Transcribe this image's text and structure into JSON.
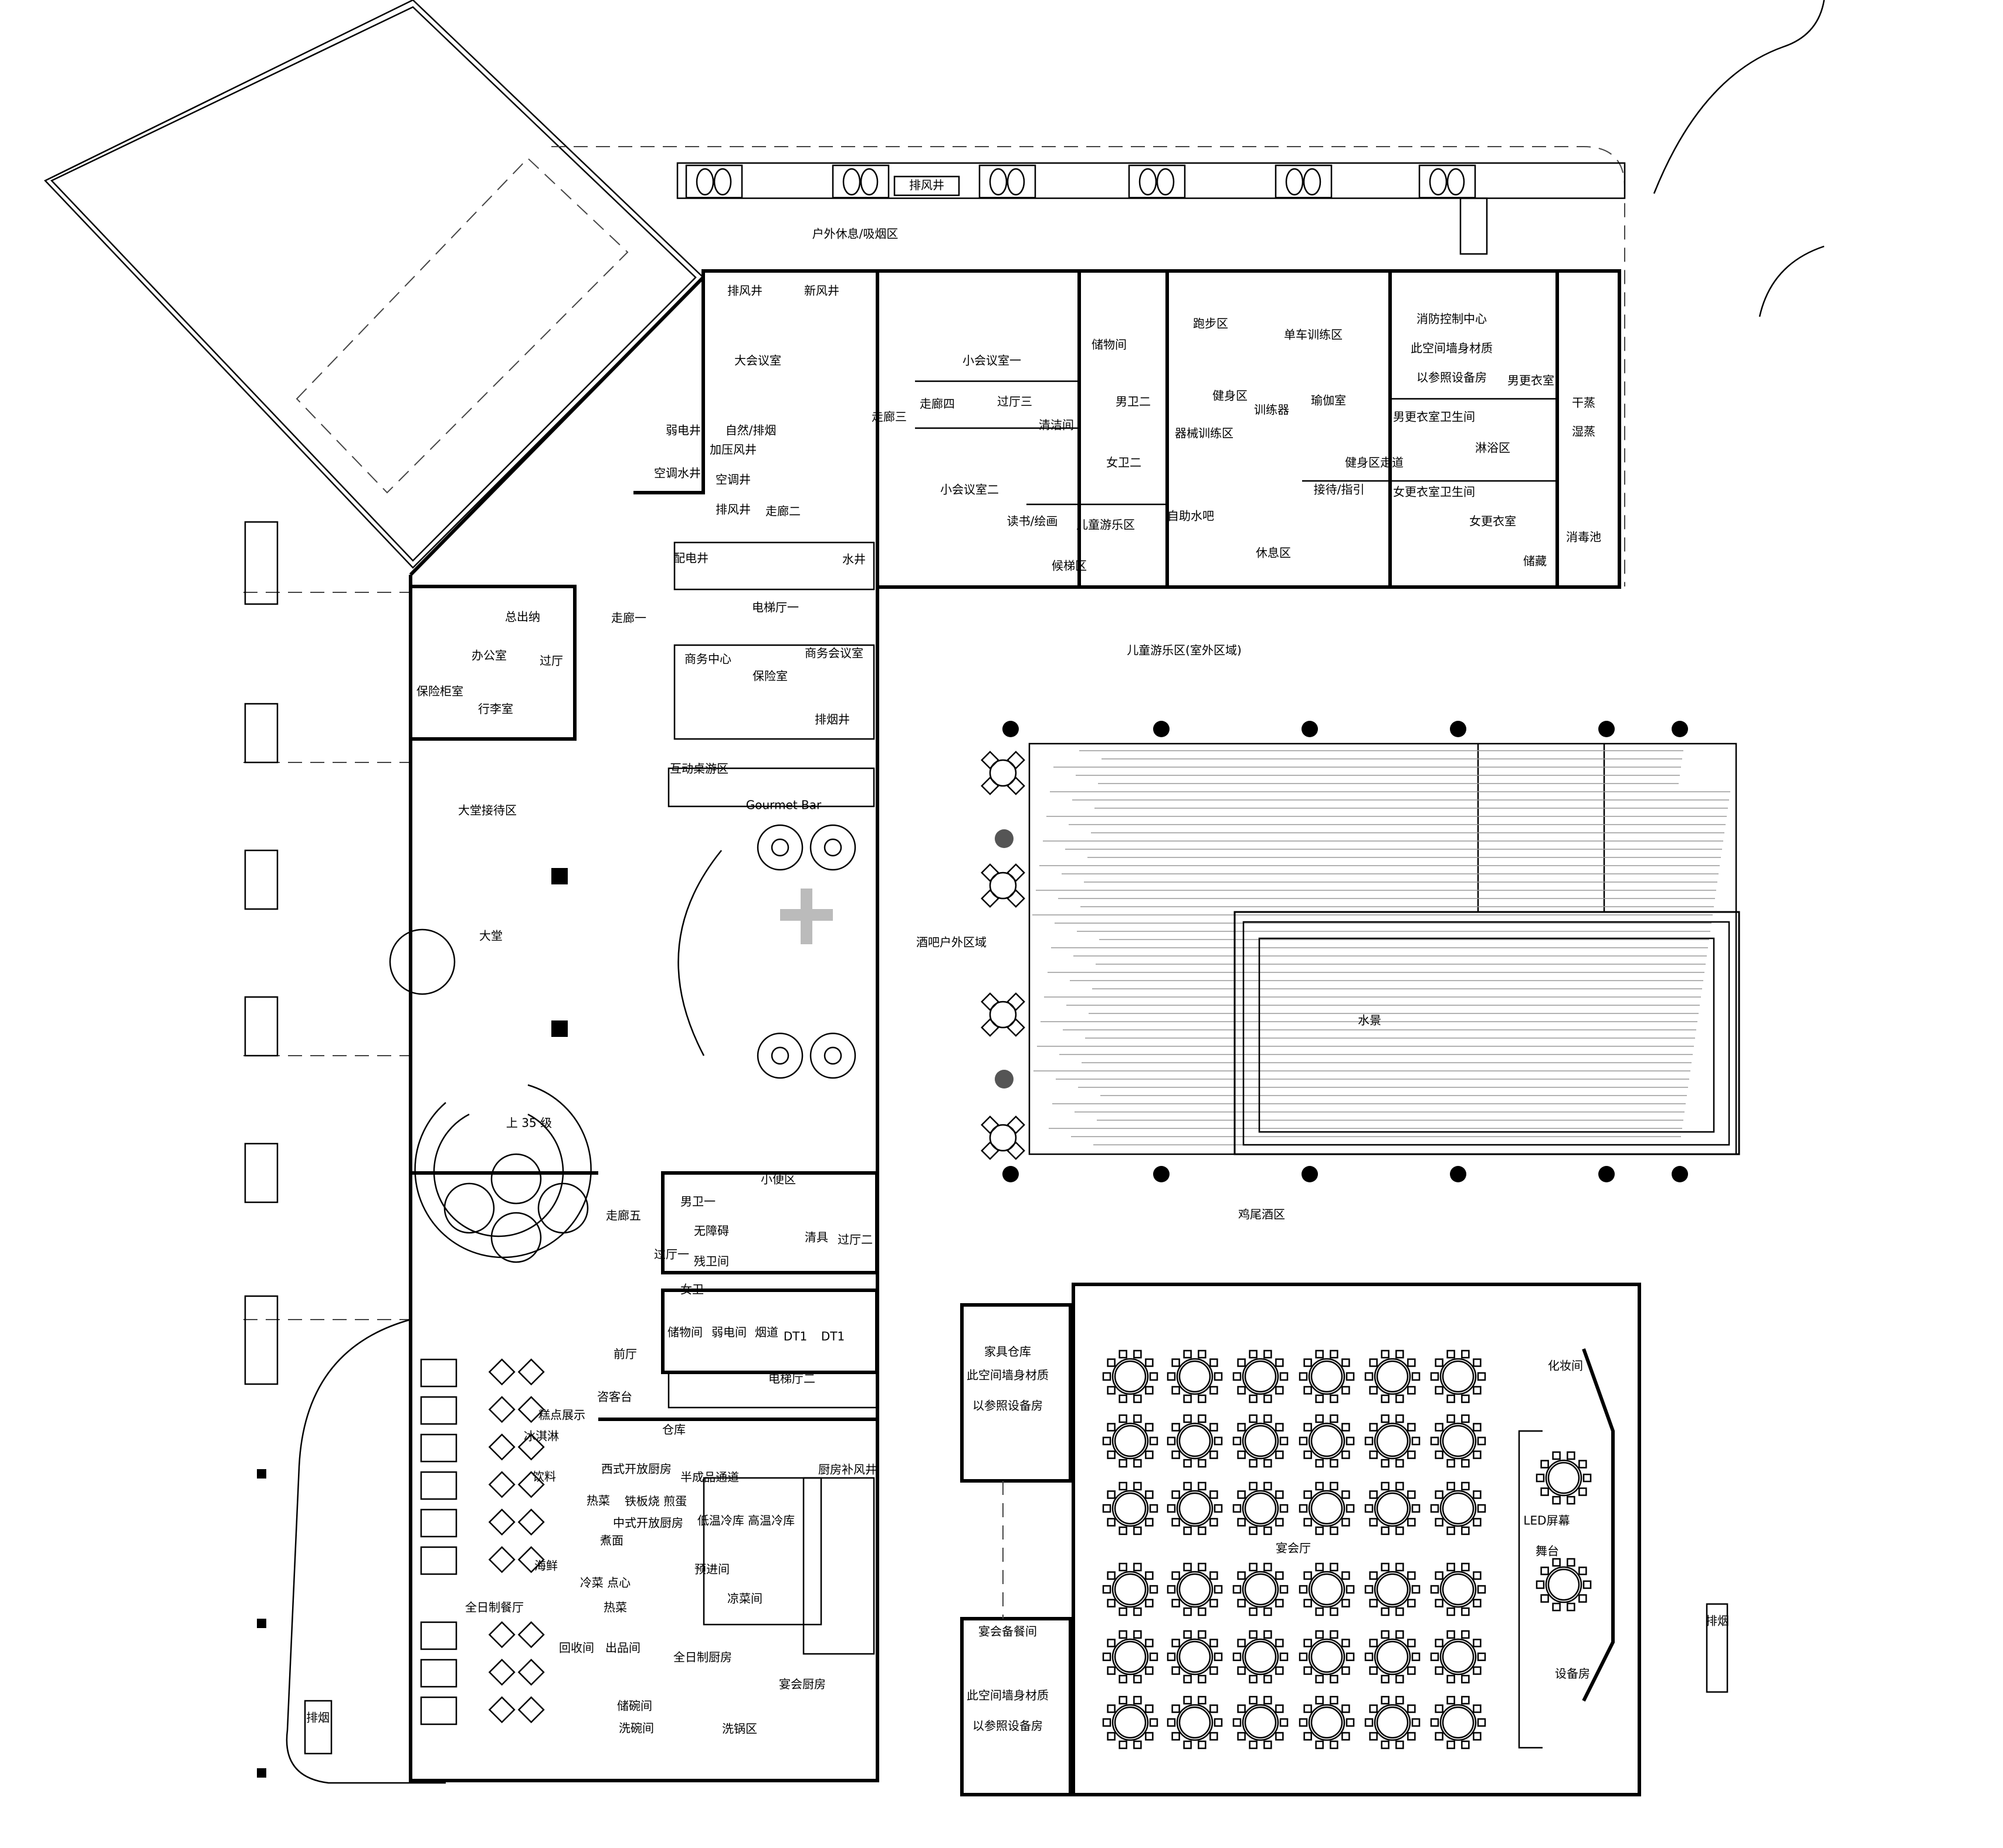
{
  "plan": {
    "rooms": {
      "outdoor_smoking": "户外休息/吸烟区",
      "exhaust_shaft_top": "排风井",
      "exhaust_shaft": "排风井",
      "fresh_air_shaft": "新风井",
      "large_meeting": "大会议室",
      "small_meeting_1": "小会议室一",
      "small_meeting_2": "小会议室二",
      "storage_top": "储物间",
      "gym_running": "跑步区",
      "fitness_area": "健身区",
      "spin_area": "单车训练区",
      "weights": "训练器",
      "strength_area": "器械训练区",
      "yoga": "瑜伽室",
      "fitness_corridor": "健身区走道",
      "fire_control": "消防控制中心",
      "equipment_note_1": "此空间墙身材质",
      "equipment_note_2": "以参照设备房",
      "men_locker": "男更衣室",
      "men_locker_wc": "男更衣室卫生间",
      "women_locker": "女更衣室",
      "women_locker_wc": "女更衣室卫生间",
      "shower": "淋浴区",
      "sauna": "干蒸",
      "steam": "湿蒸",
      "spa_pool": "消毒池",
      "storage_small": "储藏",
      "reception_guide": "接待/指引",
      "rest_area": "休息区",
      "waiting_area": "候梯区",
      "vending": "自助水吧",
      "kids_area": "儿童游乐区",
      "reading": "读书/绘画",
      "corridor_1": "走廊一",
      "corridor_2": "走廊二",
      "corridor_3": "走廊三",
      "corridor_4": "走廊四",
      "corridor_5": "走廊五",
      "lobby_hall_small": "过厅",
      "lobby_hall_3": "过厅三",
      "men_wc_2": "男卫二",
      "women_wc_2": "女卫二",
      "cleaning_2": "清洁间",
      "weak_elec_shaft": "弱电井",
      "smoke_shaft": "自然/排烟",
      "pressure_shaft": "加压风井",
      "ac_pipe": "空调水井",
      "ac_pipe_2": "空调井",
      "exhaust_small": "排风井",
      "power_shaft": "配电井",
      "water_shaft": "水井",
      "elevator_hall_1": "电梯厅一",
      "elevator_hall_2": "电梯厅二",
      "office": "办公室",
      "cashier": "总出纳",
      "safe_box": "保险柜室",
      "luggage": "行李室",
      "business_center": "商务中心",
      "safe_room": "保险室",
      "business_meeting": "商务会议室",
      "smoke_exhaust": "排烟井",
      "board_games": "互动桌游区",
      "gourmet_bar": "Gourmet Bar",
      "lobby_lounge": "大堂接待区",
      "lobby": "大堂",
      "stair_up": "上 35 级",
      "men_wc_1": "男卫一",
      "women_wc_1": "女卫一",
      "accessible_wc_1": "无障碍",
      "accessible_wc_2": "残卫间",
      "urinal": "小便区",
      "cleaning_1": "清具",
      "lobby_hall_1": "过厅一",
      "lobby_hall_2": "过厅二",
      "storage": "储物间",
      "weak_room": "弱电间",
      "flue": "烟道",
      "front_hall": "前厅",
      "host_stand": "咨客台",
      "pastry": "糕点展示",
      "ice_cream": "冰淇淋",
      "drinks": "饮料",
      "western_kitchen": "西式开放厨房",
      "hot_dish": "热菜",
      "teppan": "铁板烧 煎蛋",
      "chinese_kitchen": "中式开放厨房",
      "noodles": "煮面",
      "seafood": "海鲜",
      "cold_dish": "冷菜 点心",
      "hot_dish_2": "热菜",
      "all_day_dining": "全日制餐厅",
      "warehouse": "仓库",
      "semi_product": "半成品通道",
      "cold_storage": "低温冷库 高温冷库",
      "prep": "预进间",
      "cold_kitchen": "凉菜间",
      "recycle": "回收间",
      "outgoing": "出品间",
      "all_day_kitchen": "全日制厨房",
      "dish_storage": "储碗间",
      "dishwash": "洗碗间",
      "wash_area": "洗锅区",
      "kitchen_air": "厨房补风井",
      "banquet_kitchen": "宴会厨房",
      "smoke_bl": "排烟",
      "smoke_br": "排烟",
      "furniture_storage": "家具仓库",
      "banquet_pantry": "宴会备餐间",
      "banquet_hall": "宴会厅",
      "makeup": "化妆间",
      "led_screen": "LED屏幕",
      "stage": "舞台",
      "equipment_room": "设备房",
      "kids_outdoor": "儿童游乐区(室外区域)",
      "bar_outdoor": "酒吧户外区域",
      "water_feature": "水景",
      "cocktail": "鸡尾酒区",
      "dt1": "DT1",
      "dt2": "DT1"
    }
  }
}
